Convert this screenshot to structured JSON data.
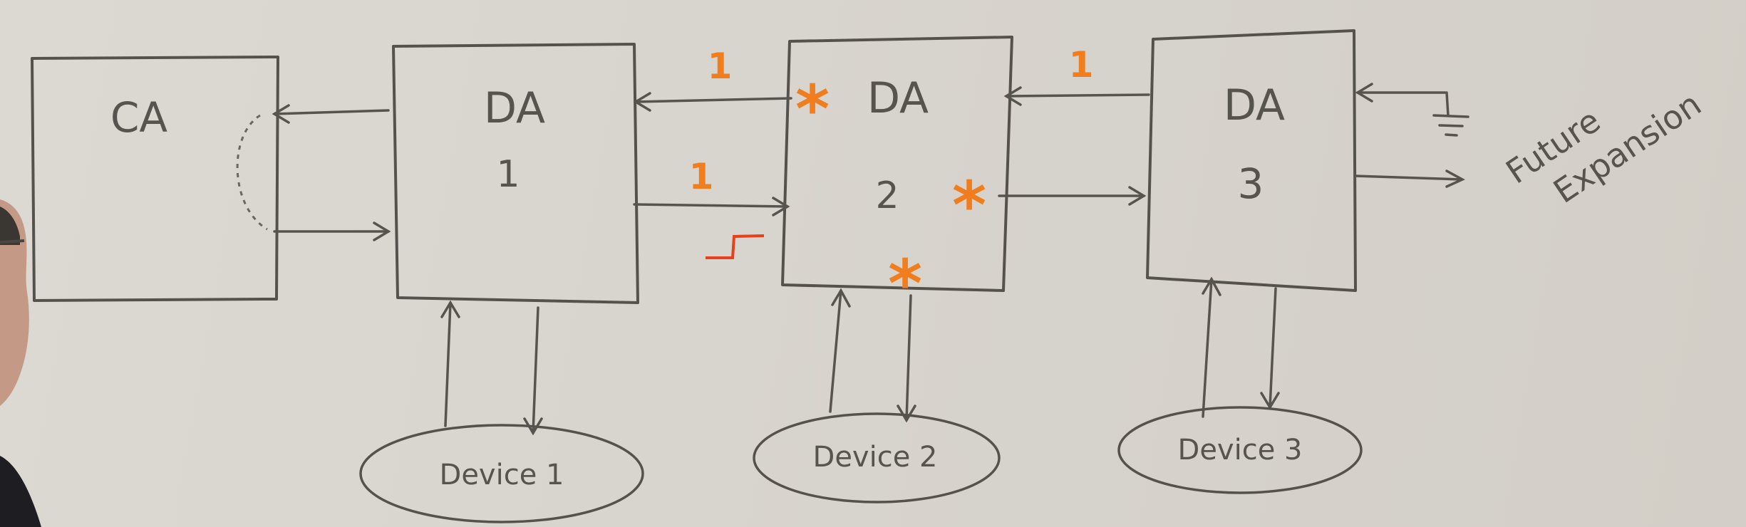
{
  "nodes": {
    "ca": "CA",
    "da1": {
      "label": "DA",
      "num": "1"
    },
    "da2": {
      "label": "DA",
      "num": "2"
    },
    "da3": {
      "label": "DA",
      "num": "3"
    },
    "device1": "Device 1",
    "device2": "Device 2",
    "device3": "Device 3"
  },
  "annotations": {
    "future": [
      "Future",
      "Expansion"
    ],
    "marks": {
      "one": "1",
      "star": "*"
    }
  },
  "colors": {
    "marker": "#f07d1e",
    "signal": "#e8401c",
    "ink": "#55524e"
  }
}
